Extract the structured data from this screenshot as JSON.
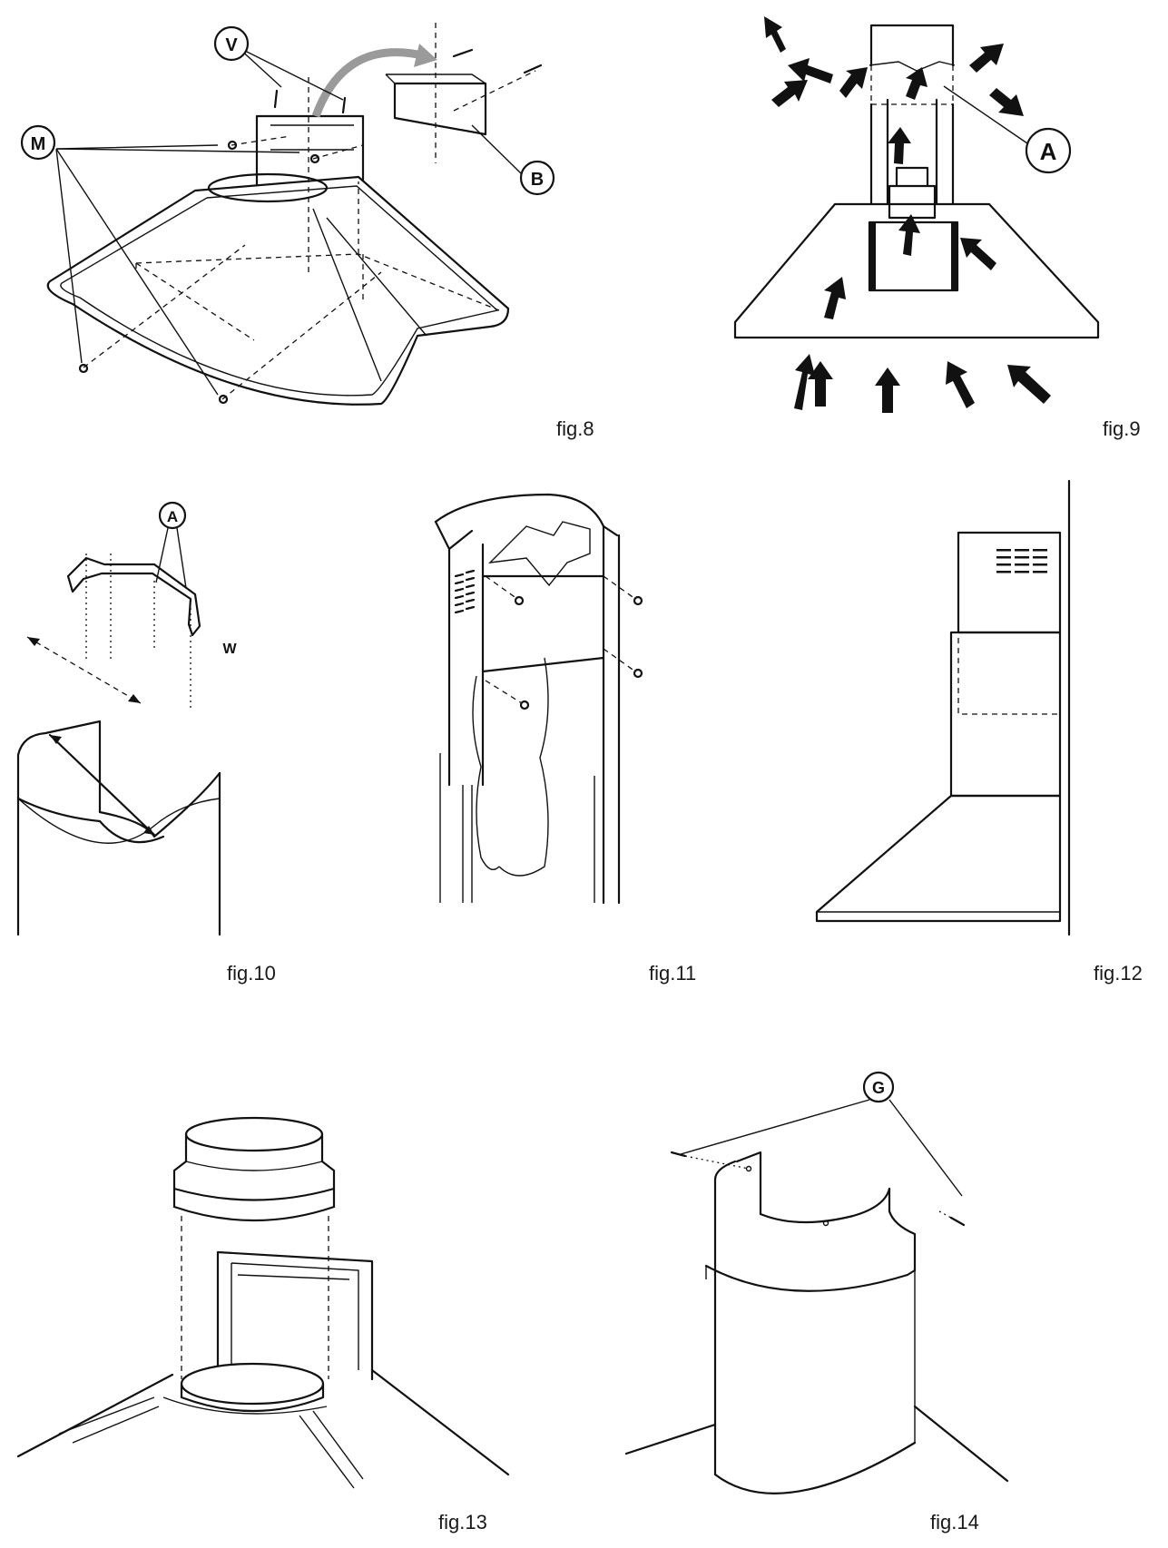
{
  "figures": {
    "fig8": {
      "caption": "fig.8",
      "labels": {
        "v": "V",
        "m": "M",
        "b": "B"
      }
    },
    "fig9": {
      "caption": "fig.9",
      "labels": {
        "a": "A"
      }
    },
    "fig10": {
      "caption": "fig.10",
      "labels": {
        "a": "A",
        "w": "W"
      }
    },
    "fig11": {
      "caption": "fig.11"
    },
    "fig12": {
      "caption": "fig.12"
    },
    "fig13": {
      "caption": "fig.13"
    },
    "fig14": {
      "caption": "fig.14",
      "labels": {
        "g": "G"
      }
    }
  },
  "colors": {
    "ink": "#111111",
    "arrow_grey": "#9a9a9a",
    "background": "#ffffff"
  }
}
